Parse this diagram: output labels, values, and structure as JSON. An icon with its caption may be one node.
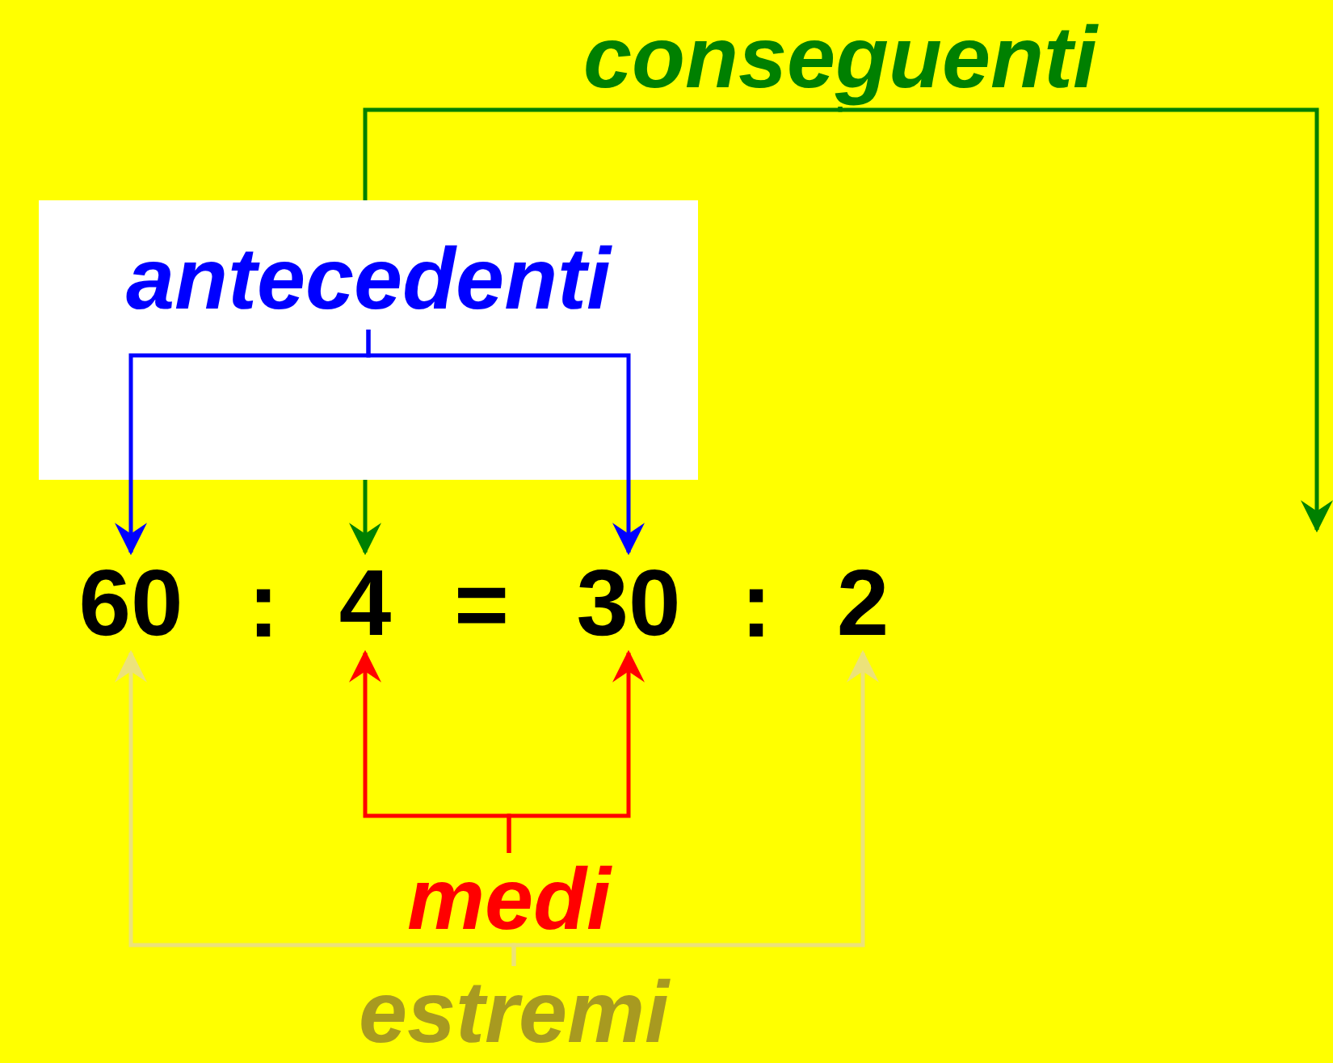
{
  "diagram": {
    "nodes": [
      {
        "text": [],
        "shape": "box"
      },
      {
        "text": [
          "antecedenti"
        ],
        "in": 0
      },
      {
        "text": [
          "conseguenti"
        ]
      },
      {
        "text": [
          "60"
        ]
      },
      {
        "text": [
          "4"
        ]
      },
      {
        "text": [
          "30"
        ]
      },
      {
        "text": [
          "2"
        ]
      },
      {
        "text": [
          "medi"
        ]
      },
      {
        "text": [
          "estremi"
        ]
      }
    ],
    "edges": [
      {
        "from": 1,
        "to": 3,
        "arrow": "to",
        "color": "#0000ff"
      },
      {
        "from": 1,
        "to": 5,
        "arrow": "to",
        "color": "#0000ff"
      },
      {
        "from": 2,
        "to": 4,
        "arrow": "to",
        "color": "#008000"
      },
      {
        "from": 2,
        "to": null,
        "arrow": "to",
        "color": "#008000"
      },
      {
        "from": 7,
        "to": 4,
        "arrow": "to",
        "color": "#ff0000"
      },
      {
        "from": 7,
        "to": 5,
        "arrow": "to",
        "color": "#ff0000"
      },
      {
        "from": 8,
        "to": 3,
        "arrow": "to",
        "color": "#ece27a"
      },
      {
        "from": 8,
        "to": 6,
        "arrow": "to",
        "color": "#ece27a"
      }
    ],
    "labels": [
      ":",
      "=",
      ":"
    ]
  }
}
